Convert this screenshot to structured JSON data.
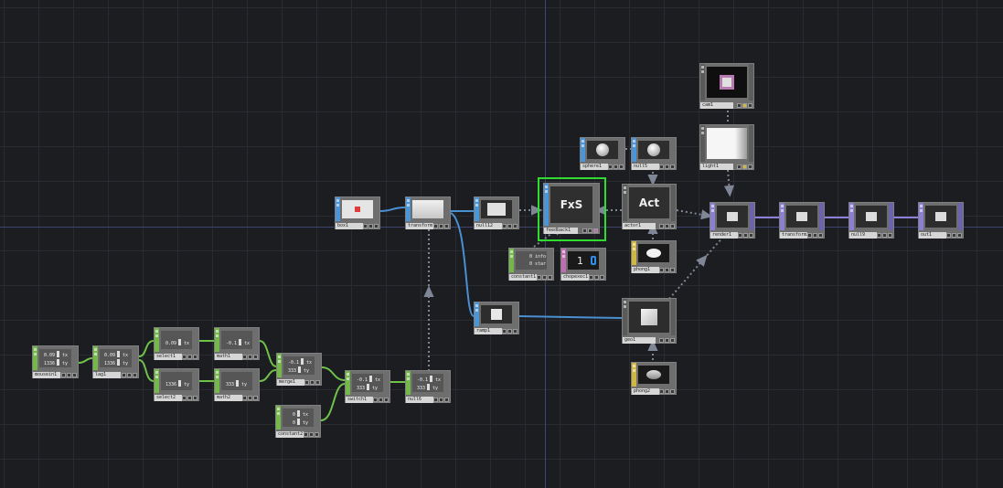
{
  "network": {
    "nodes": {
      "mousein1": {
        "label": "mousein1",
        "v1": "0.09",
        "c1": "tx",
        "v2": "1336",
        "c2": "ty"
      },
      "lag1": {
        "label": "lag1",
        "v1": "0.09",
        "c1": "tx",
        "v2": "1336",
        "c2": "ty"
      },
      "select1": {
        "label": "select1",
        "v1": "0.09",
        "c1": "tx"
      },
      "select2": {
        "label": "select2",
        "v1": "1336",
        "c1": "ty"
      },
      "math1": {
        "label": "math1",
        "v1": "-0.1",
        "c1": "tx"
      },
      "math2": {
        "label": "math2",
        "v1": "333",
        "c1": "ty"
      },
      "merge1": {
        "label": "merge1",
        "v1": "-0.1",
        "c1": "tx",
        "v2": "333",
        "c2": "ty"
      },
      "constant2": {
        "label": "constant2",
        "v1": "0",
        "c1": "tx",
        "v2": "0",
        "c2": "ty"
      },
      "switch1": {
        "label": "switch1",
        "v1": "-0.1",
        "c1": "tx",
        "v2": "333",
        "c2": "ty"
      },
      "null6": {
        "label": "null6",
        "v1": "-0.1",
        "c1": "tx",
        "v2": "333",
        "c2": "ty"
      },
      "constant1": {
        "label": "constant1",
        "v1": "0",
        "c1": "info",
        "v2": "0",
        "c2": "star"
      },
      "chopexec1": {
        "label": "chopexec1",
        "glyph": "1"
      },
      "box1": {
        "label": "box1"
      },
      "transform1": {
        "label": "transform1"
      },
      "null12": {
        "label": "null12"
      },
      "feedback1": {
        "label": "feedback1",
        "text": "FxS"
      },
      "sphere1": {
        "label": "sphere1"
      },
      "null5": {
        "label": "null5"
      },
      "actor1": {
        "label": "actor1",
        "text": "Act"
      },
      "phong1": {
        "label": "phong1"
      },
      "geo1": {
        "label": "geo1"
      },
      "phong2": {
        "label": "phong2"
      },
      "ramp1": {
        "label": "ramp1"
      },
      "cam1": {
        "label": "cam1"
      },
      "light1": {
        "label": "light1"
      },
      "render1": {
        "label": "render1"
      },
      "transform2": {
        "label": "transform2"
      },
      "null9": {
        "label": "null9"
      },
      "out1": {
        "label": "out1"
      }
    }
  },
  "colors": {
    "background": "#1c1d21",
    "chop": "#74b84a",
    "top": "#4a95d8",
    "comp": "#8a7fd0",
    "mat": "#d0b840",
    "dat": "#c06cb0",
    "selection": "#2fdc2f",
    "wire_chop": "#6fc14a",
    "wire_top": "#4a8fd0",
    "wire_comp": "#8d80d8",
    "wire_ref": "#7f8796"
  }
}
